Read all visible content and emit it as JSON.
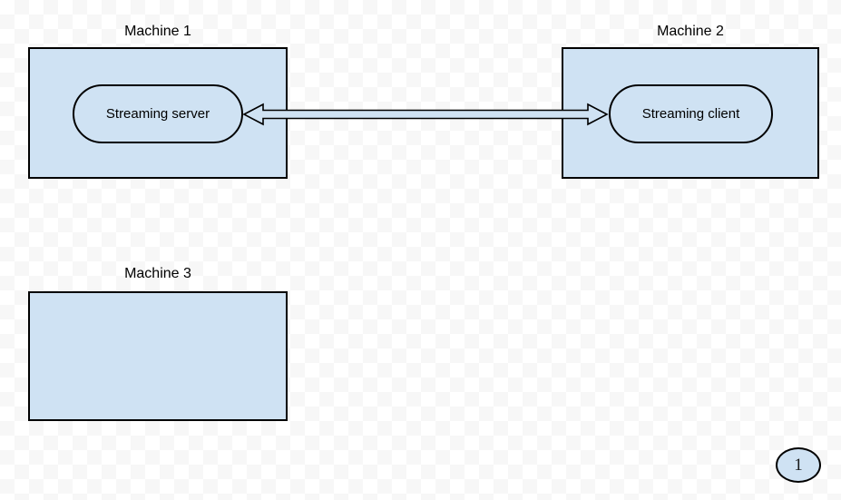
{
  "nodes": {
    "machine1": {
      "label": "Machine 1",
      "child_label": "Streaming server"
    },
    "machine2": {
      "label": "Machine 2",
      "child_label": "Streaming client"
    },
    "machine3": {
      "label": "Machine 3"
    }
  },
  "connector": {
    "style": "double-headed-arrow",
    "from": "Streaming server",
    "to": "Streaming client"
  },
  "page_number": "1",
  "colors": {
    "shape_fill": "#cfe2f3",
    "shape_stroke": "#000000",
    "text": "#000000",
    "checker_light": "#ffffff",
    "checker_dark": "#f7f7f7"
  }
}
